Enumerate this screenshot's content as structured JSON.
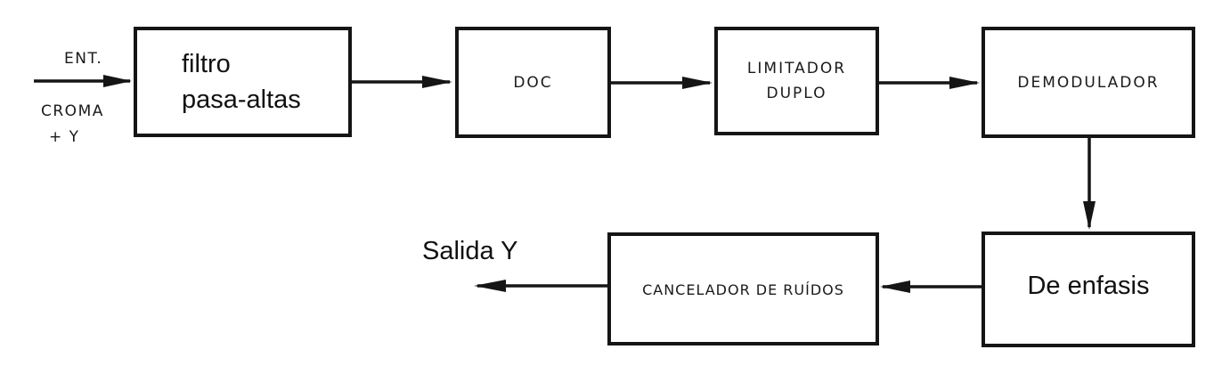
{
  "input": {
    "label_top": "ENT.",
    "label_bottom_1": "CROMA",
    "label_bottom_2": "+ Y"
  },
  "blocks": {
    "filtro": {
      "line1": "filtro",
      "line2": "pasa-altas"
    },
    "doc": {
      "label": "DOC"
    },
    "limitador": {
      "line1": "LIMITADOR",
      "line2": "DUPLO"
    },
    "demodulador": {
      "label": "DEMODULADOR"
    },
    "deenfasis": {
      "label": "De enfasis"
    },
    "cancelador": {
      "label": "CANCELADOR DE RUÍDOS"
    }
  },
  "output": {
    "label": "Salida Y"
  }
}
